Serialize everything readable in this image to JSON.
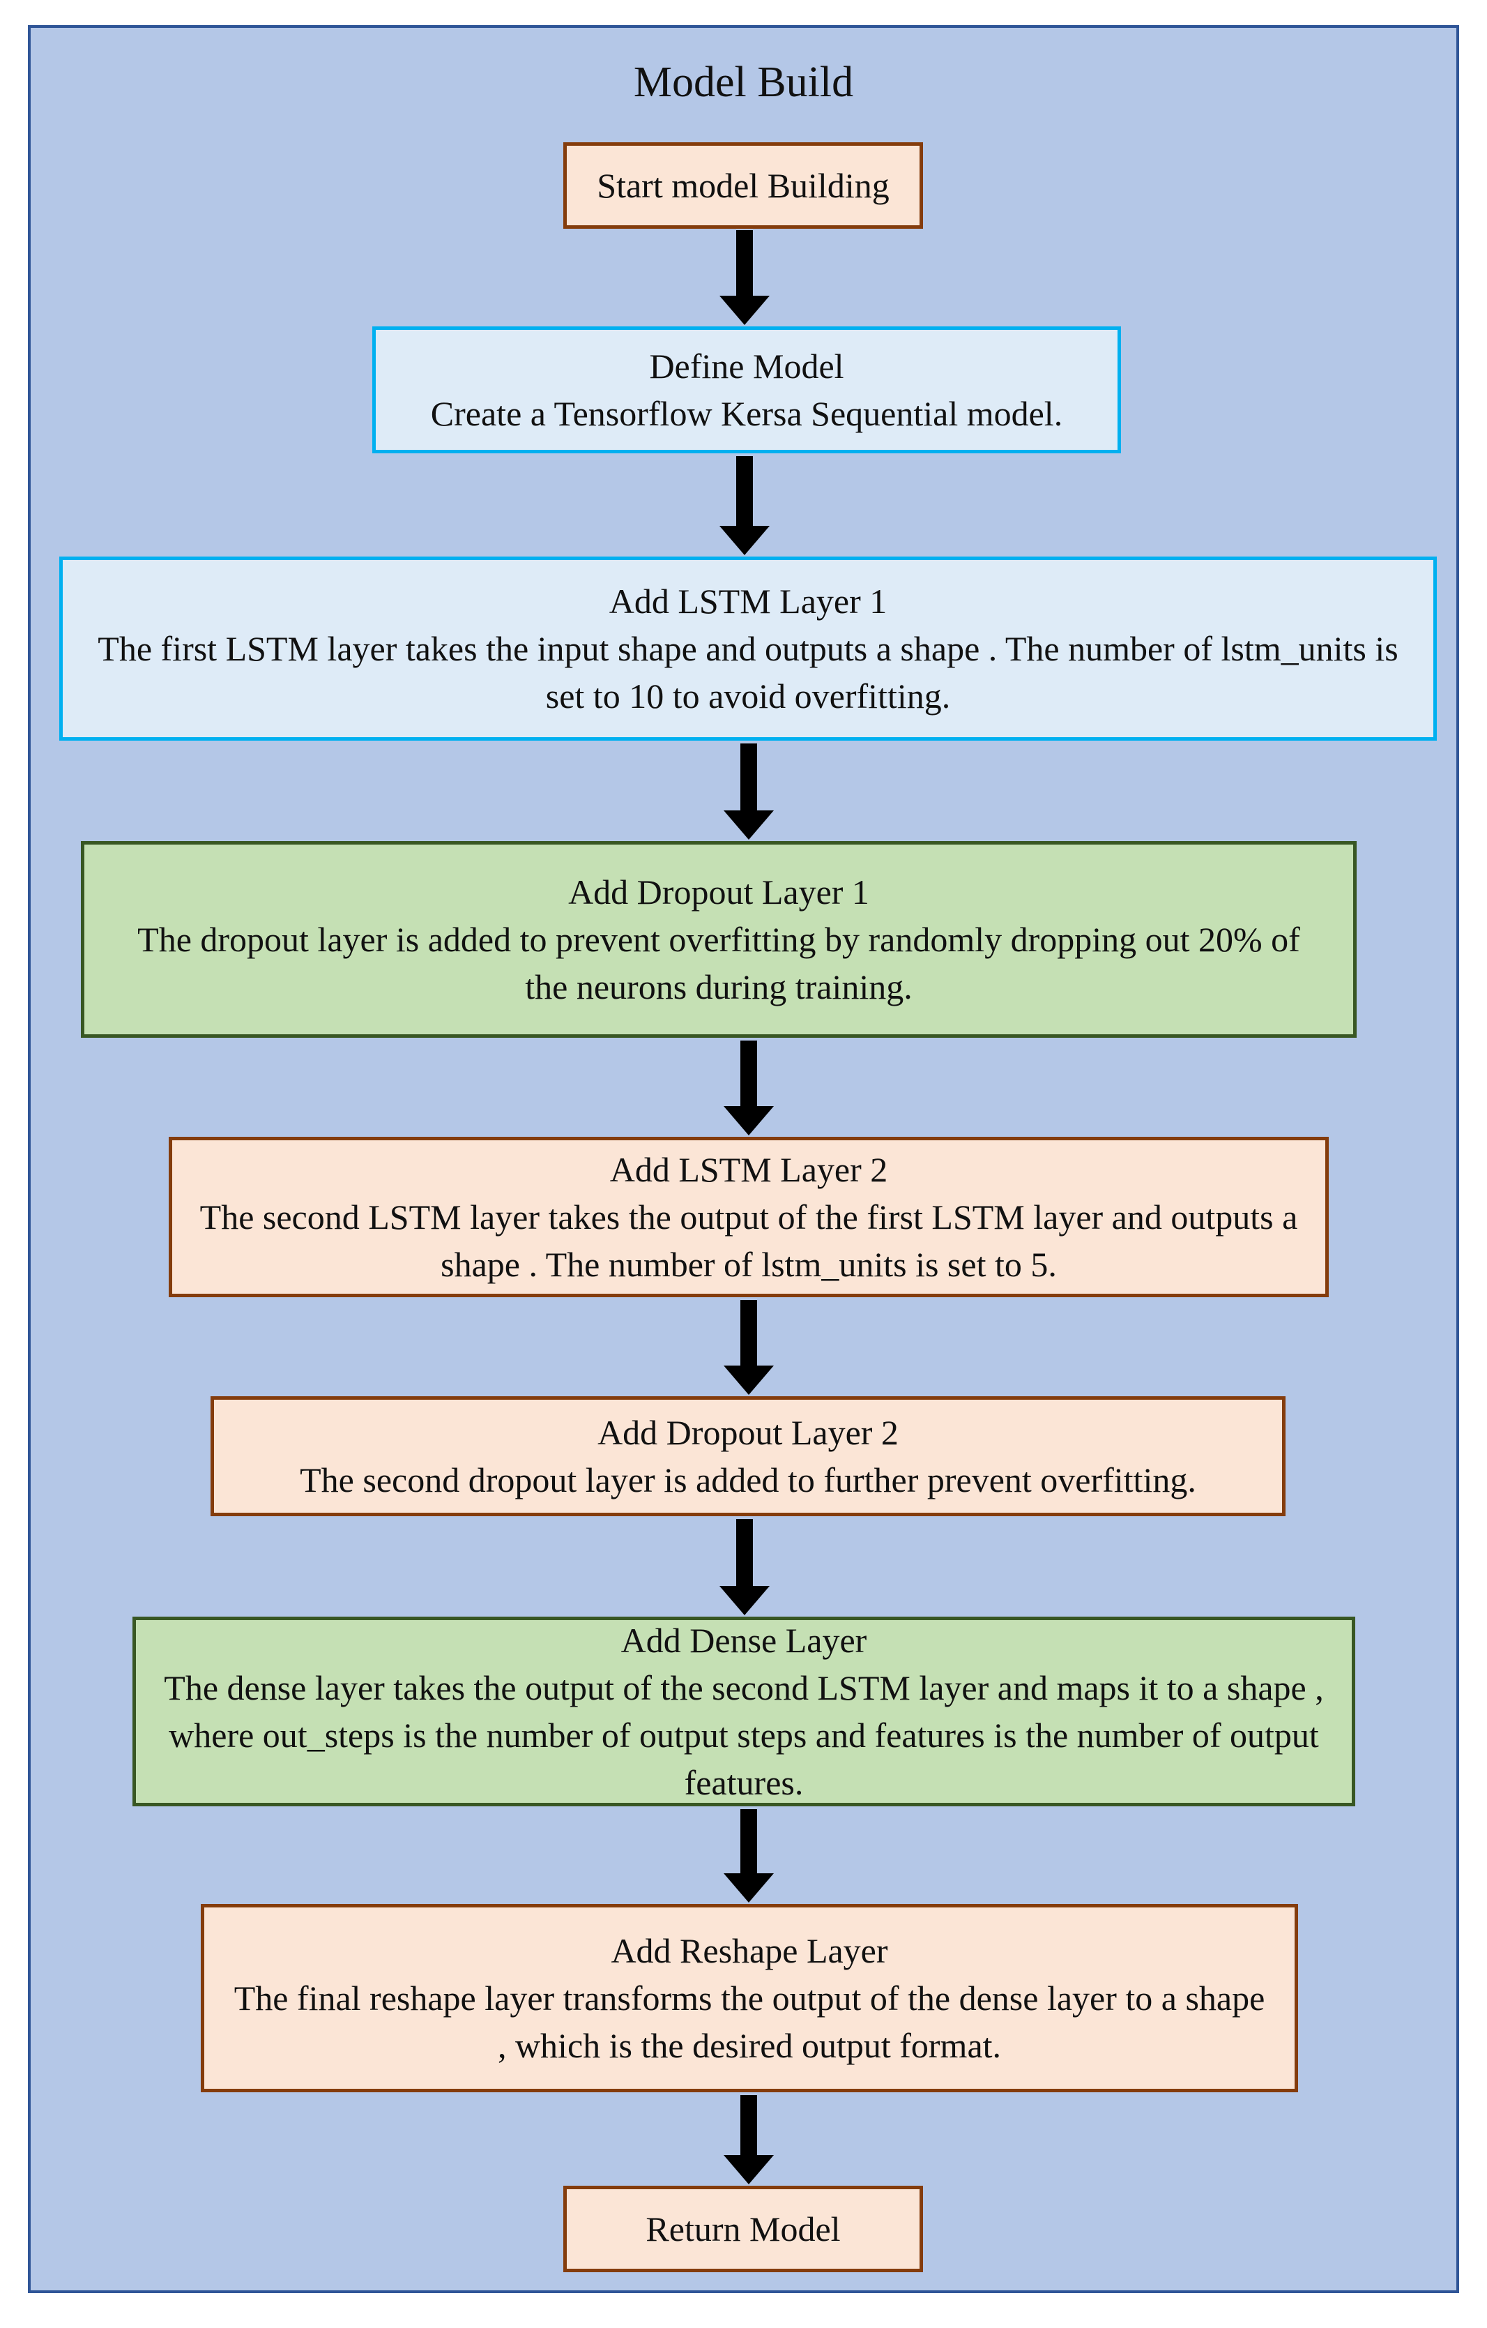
{
  "title": "Model Build",
  "colors": {
    "background": "#b4c7e7",
    "frame_border": "#2f5597",
    "peach_fill": "#fbe5d6",
    "peach_border": "#843c0c",
    "blue_fill": "#deebf7",
    "blue_border": "#00b0f0",
    "green_fill": "#c5e0b4",
    "green_border": "#385723",
    "arrow": "#000000"
  },
  "steps": [
    {
      "title": "Start model Building",
      "body": ""
    },
    {
      "title": "Define Model",
      "body": "Create a Tensorflow Kersa Sequential model."
    },
    {
      "title": "Add LSTM Layer 1",
      "body": "The first LSTM layer takes the input shape and outputs a shape . The number of lstm_units is set to 10 to avoid overfitting."
    },
    {
      "title": "Add Dropout Layer 1",
      "body": "The dropout layer is added to prevent overfitting by randomly dropping out 20% of the neurons during training."
    },
    {
      "title": "Add LSTM Layer 2",
      "body": "The second LSTM layer takes the output of the first LSTM layer and outputs a shape . The number of lstm_units is set to 5."
    },
    {
      "title": "Add Dropout Layer 2",
      "body": "The second dropout layer is added to further prevent overfitting."
    },
    {
      "title": "Add Dense Layer",
      "body": "The dense layer takes the output of the second LSTM layer and maps it to a shape , where out_steps is the number of output steps and features is the number of output features."
    },
    {
      "title": "Add Reshape Layer",
      "body": "The final reshape layer transforms the output of the dense layer to a shape , which is the desired output format."
    },
    {
      "title": "Return Model",
      "body": ""
    }
  ]
}
